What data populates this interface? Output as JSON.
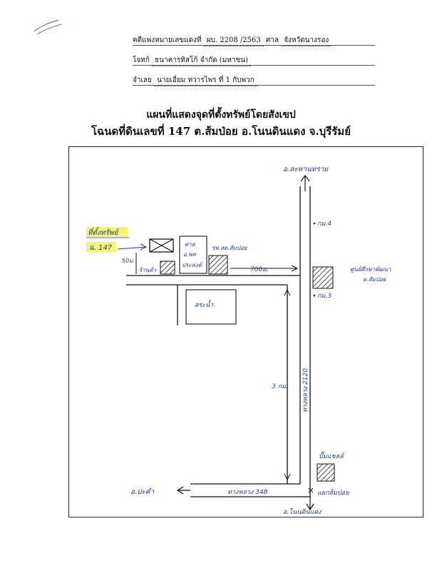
{
  "header": {
    "case_label": "คดีแพ่งหมายเลขแดงที่",
    "case_value": "ผบ. 2208 /2563",
    "court_label": "ศาล",
    "court_value": "จังหวัดนางรอง",
    "plaintiff_label": "โจทก์",
    "plaintiff_value": "ธนาคารทิสโก้ จำกัด (มหาชน)",
    "defendant_label": "จำเลย",
    "defendant_value": "นายเอี่ยม ทวารไพร ที่ 1 กับพวก"
  },
  "title": {
    "line1": "แผนที่แสดงจุดที่ตั้งทรัพย์โดยสังเขป",
    "line2": "โฉนดที่ดินเลขที่ 147 ต.ส้มป่อย อ.โนนดินแดง จ.บุรีรัมย์"
  },
  "map": {
    "north_dest": "อ.ละหานทราย",
    "km4": "กม.4",
    "km3": "กม.3",
    "property_label": "ที่ตั้งทรัพย์",
    "deed_label": "ฉ. 147",
    "dist_50": "50ม.",
    "shop": "ร้านค้า",
    "house_line1": "ศาล",
    "house_line2": "อ.พค",
    "house_line3": "ประสงค์",
    "school": "รพ.สต.ส้มป่อย",
    "dist_700": "700ม.",
    "pond": "สระน้ำ",
    "center_line1": "ศูนย์ศึกษาพัฒนา",
    "center_line2": "ต.ส้มป่อย",
    "dist_3km": "3 กม.",
    "highway_2120": "ทางหลวง 2120",
    "gas_station": "ปั๊มแชลล์",
    "west_dest": "อ.ปะคำ",
    "highway_348": "ทางหลวง 348",
    "junction": "แยกส้มป่อย",
    "south_dest": "อ.โนนดินแดง"
  },
  "colors": {
    "ink": "#1f3d8a",
    "highlight": "#f4f37a"
  }
}
